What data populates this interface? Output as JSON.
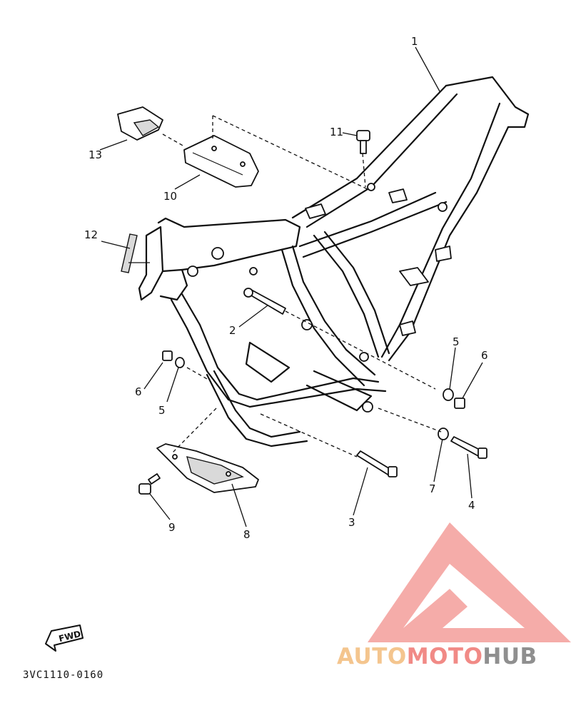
{
  "diagram": {
    "callouts": [
      {
        "id": "1",
        "label": "1"
      },
      {
        "id": "2",
        "label": "2"
      },
      {
        "id": "3",
        "label": "3"
      },
      {
        "id": "4",
        "label": "4"
      },
      {
        "id": "5a",
        "label": "5"
      },
      {
        "id": "5b",
        "label": "5"
      },
      {
        "id": "6a",
        "label": "6"
      },
      {
        "id": "6b",
        "label": "6"
      },
      {
        "id": "7",
        "label": "7"
      },
      {
        "id": "8",
        "label": "8"
      },
      {
        "id": "9",
        "label": "9"
      },
      {
        "id": "10",
        "label": "10"
      },
      {
        "id": "11",
        "label": "11"
      },
      {
        "id": "12",
        "label": "12"
      },
      {
        "id": "13",
        "label": "13"
      }
    ],
    "direction_label": "FWD",
    "drawing_code": "3VC1110-0160"
  },
  "watermark": {
    "part1": "AUTO",
    "part2": "MOTO",
    "part3": "HUB",
    "colors": {
      "auto": "#f4c58e",
      "moto": "#f18a86",
      "hub": "#8f8f8f",
      "triangle": "#f4a3a0"
    }
  }
}
